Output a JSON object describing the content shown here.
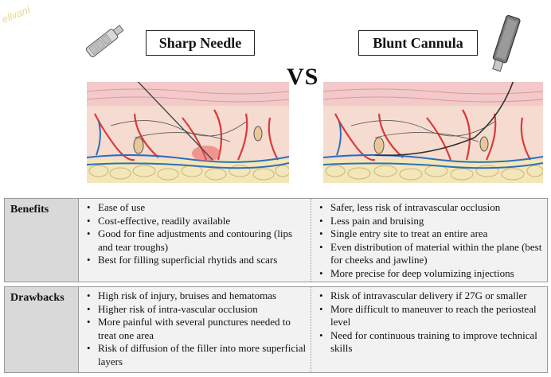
{
  "watermark": "ellvani",
  "header": {
    "left_title": "Sharp Needle",
    "vs": "VS",
    "right_title": "Blunt Cannula"
  },
  "benefits": {
    "label": "Benefits",
    "sharp_needle": [
      "Ease of use",
      "Cost-effective, readily available",
      "Good for fine adjustments and contouring (lips and tear troughs)",
      "Best for filling superficial rhytids and scars"
    ],
    "blunt_cannula": [
      "Safer, less risk of intravascular occlusion",
      "Less pain and bruising",
      "Single entry site to treat an entire area",
      "Even distribution of material within the plane (best for cheeks and jawline)",
      "More precise for deep volumizing injections"
    ]
  },
  "drawbacks": {
    "label": "Drawbacks",
    "sharp_needle": [
      "High risk of injury, bruises and hematomas",
      "Higher risk of intra-vascular occlusion",
      "More painful with several punctures needed to treat one area",
      "Risk of diffusion of the filler into more superficial layers"
    ],
    "blunt_cannula": [
      "Risk of intravascular delivery if 27G or smaller",
      "More difficult to maneuver to reach the periosteal level",
      "Need for continuous training to improve technical skills"
    ]
  },
  "colors": {
    "epidermis": "#f3c9c9",
    "dermis": "#f6dcd0",
    "fat": "#f3e6b8",
    "artery": "#d93a3a",
    "vein": "#2e6fb8",
    "table_label_bg": "#d9d9d9",
    "table_bg": "#f2f2f2"
  }
}
